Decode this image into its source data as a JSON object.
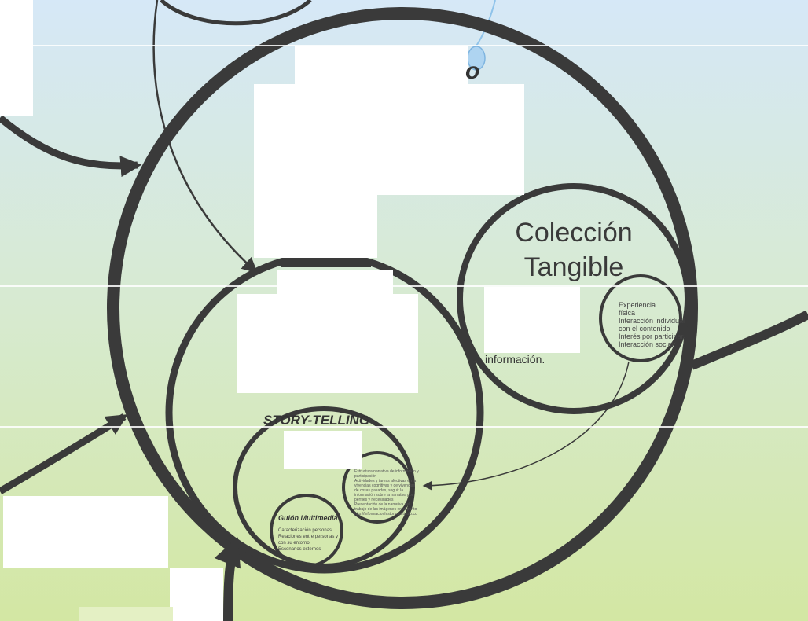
{
  "labels": {
    "top_letter": "o",
    "coleccion_line1": "Colección",
    "coleccion_line2": "Tangible",
    "informacion": "información.",
    "story_telling": "STORY-TELLING",
    "guion_title": "Guión Multimedia"
  },
  "experiencia_list": [
    "Experiencia",
    "física",
    "Interacción individual",
    "con el contenido",
    "Interés por participar",
    "Interacción social"
  ],
  "guion_list": [
    "Caracterización personas",
    "Relaciones entre personas y",
    "con su entorno",
    "Escenarios externos"
  ],
  "small_circle_text": [
    "Estructura narrativa de información y",
    "participación",
    "Actividades y tareas afectivas en la",
    "vivencias cognitivas y de vivencias",
    "de cosas pasadas, seguir la",
    "información sobre la narrativa por",
    "perfiles y necesidades",
    "Presentación de la narrativa del",
    "trabajo de las imágenes en el punto",
    "http://informacionhistoricaarticulo.co"
  ],
  "colors": {
    "ring": "#3a3a3a",
    "sky_top": "#d6e8f7",
    "grass_bottom": "#d3e7a3",
    "accent_blue": "#8fc3ea"
  }
}
